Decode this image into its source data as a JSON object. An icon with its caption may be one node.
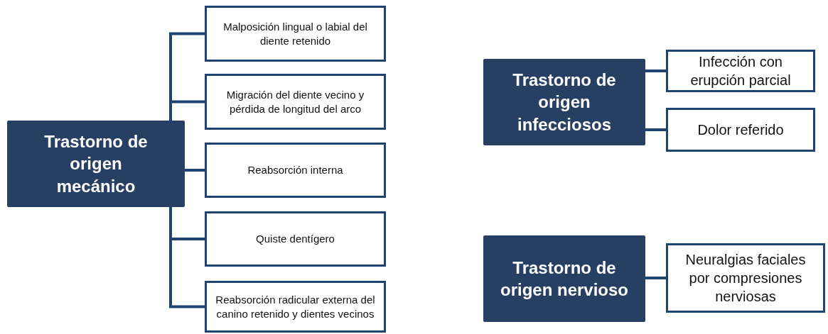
{
  "diagram": {
    "nodes": [
      {
        "text": [
          "Trastorno de origen mecánico"
        ]
      },
      {
        "text": [
          "Malposición lingual o labial del diente retenido"
        ]
      },
      {
        "text": [
          "Migración del diente  vecino y pérdida de longitud del arco"
        ]
      },
      {
        "text": [
          "Reabsorción interna"
        ]
      },
      {
        "text": [
          "Quiste dentígero"
        ]
      },
      {
        "text": [
          "Reabsorción radicular externa del canino retenido y dientes vecinos"
        ]
      },
      {
        "text": [
          "Trastorno de origen infecciosos"
        ]
      },
      {
        "text": [
          "Infección con erupción parcial"
        ]
      },
      {
        "text": [
          "Dolor referido"
        ]
      },
      {
        "text": [
          "Trastorno de origen nervioso"
        ]
      },
      {
        "text": [
          "Neuralgias faciales por compresiones nerviosas"
        ]
      }
    ],
    "edges": [
      {
        "from": 0,
        "to": 1,
        "arrow": "none"
      },
      {
        "from": 0,
        "to": 2,
        "arrow": "none"
      },
      {
        "from": 0,
        "to": 3,
        "arrow": "none"
      },
      {
        "from": 0,
        "to": 4,
        "arrow": "none"
      },
      {
        "from": 0,
        "to": 5,
        "arrow": "none"
      },
      {
        "from": 6,
        "to": 7,
        "arrow": "none"
      },
      {
        "from": 6,
        "to": 8,
        "arrow": "none"
      },
      {
        "from": 9,
        "to": 10,
        "arrow": "none"
      }
    ]
  }
}
